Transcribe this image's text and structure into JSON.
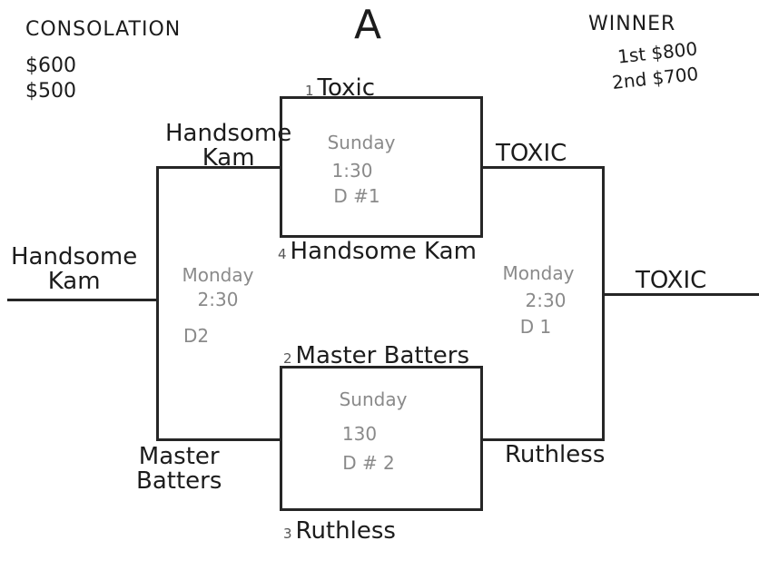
{
  "bracket_label": "A",
  "consolation": {
    "title": "CONSOLATION",
    "prizes": [
      "$600",
      "$500"
    ]
  },
  "winner": {
    "title": "WINNER",
    "prizes": [
      "1st $800",
      "2nd $700"
    ]
  },
  "games": {
    "top": {
      "seed_top": "1",
      "team_top": "Toxic",
      "seed_bottom": "4",
      "team_bottom": "Handsome Kam",
      "day": "Sunday",
      "time": "1:30",
      "field": "D #1"
    },
    "bottom": {
      "seed_top": "2",
      "team_top": "Master Batters",
      "seed_bottom": "3",
      "team_bottom": "Ruthless",
      "day": "Sunday",
      "time": "130",
      "field": "D # 2"
    },
    "consolation_final": {
      "team_top_line1": "Handsome",
      "team_top_line2": "Kam",
      "team_bottom_line1": "Master",
      "team_bottom_line2": "Batters",
      "day": "Monday",
      "time": "2:30",
      "field": "D2",
      "result_line1": "Handsome",
      "result_line2": "Kam"
    },
    "championship": {
      "team_top": "TOXIC",
      "team_bottom": "Ruthless",
      "day": "Monday",
      "time": "2:30",
      "field": "D 1",
      "result": "TOXIC"
    }
  }
}
